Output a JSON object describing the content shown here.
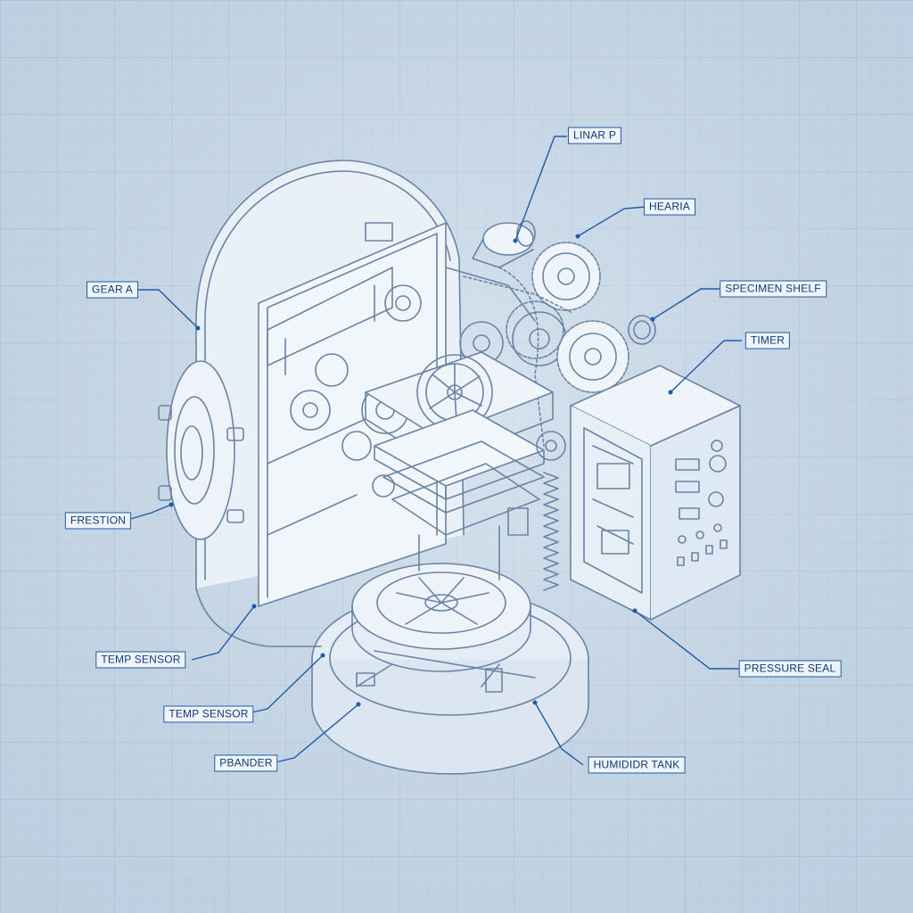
{
  "diagram": {
    "labels": {
      "gear_a": "GEAR A",
      "freshon": "FRESTION",
      "temp_sensor_1": "TEMP SENSOR",
      "temp_sensor_2": "TEMP SENSOR",
      "pbander": "PBANDER",
      "linear": "LINAR P",
      "heater": "HEARIA",
      "specimen_shelf": "SPECIMEN SHELF",
      "timer": "TIMER",
      "pressure_seal": "PRESSURE SEAL",
      "humidifier_tank": "HUMIDIDR TANK"
    }
  },
  "colors": {
    "background": "#c9d8e6",
    "grid": "#9fb8d0",
    "line_art": "#6a84a6",
    "leader": "#1f5aa6",
    "label_text": "#123a78"
  }
}
